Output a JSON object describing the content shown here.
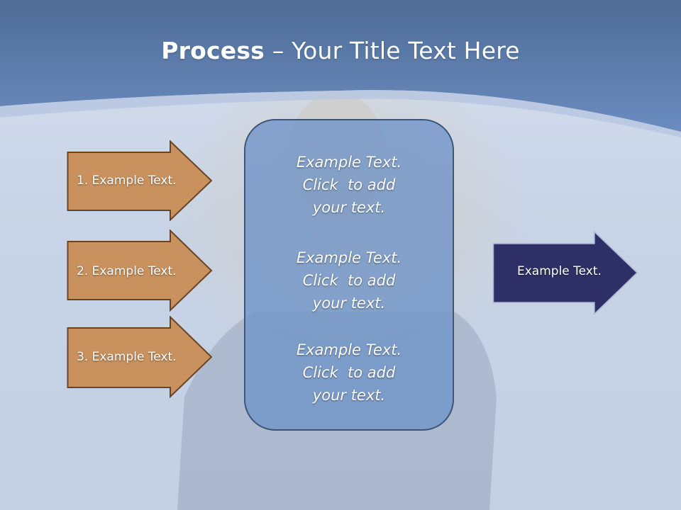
{
  "slide": {
    "title_bold": "Process",
    "title_rest": " – Your Title Text Here"
  },
  "inputs": [
    {
      "label": "1. Example Text."
    },
    {
      "label": "2. Example Text."
    },
    {
      "label": "3. Example Text."
    }
  ],
  "center": {
    "blocks": [
      {
        "line1": "Example Text.",
        "line2": "Click  to add",
        "line3": "your text."
      },
      {
        "line1": "Example Text.",
        "line2": "Click  to add",
        "line3": "your text."
      },
      {
        "line1": "Example Text.",
        "line2": "Click  to add",
        "line3": "your text."
      }
    ]
  },
  "output": {
    "label": "Example Text."
  },
  "colors": {
    "input_arrow_fill": "#c8915e",
    "input_arrow_stroke": "#6b4321",
    "output_arrow_fill": "#2e2f66",
    "center_fill": "#7d9fcf",
    "header_blue": "#5a7fb4"
  }
}
